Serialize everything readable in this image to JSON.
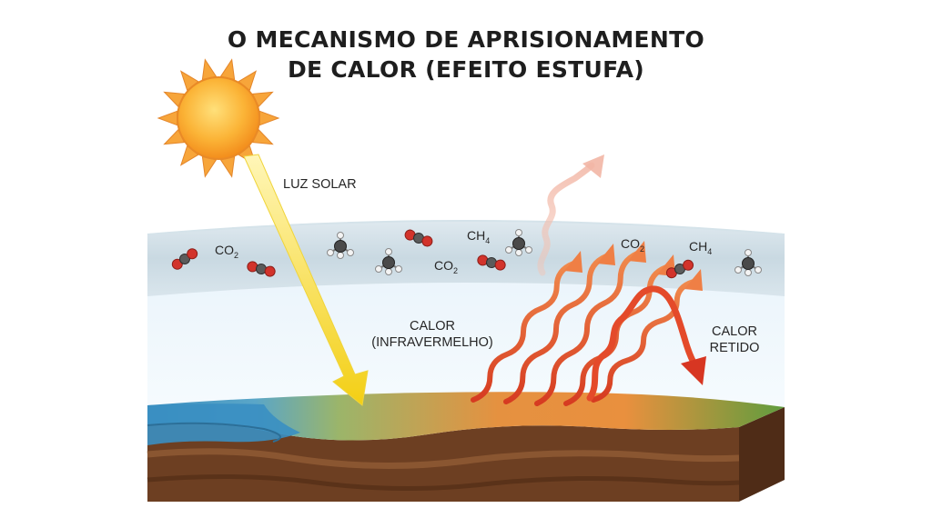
{
  "title": {
    "line1": "O MECANISMO DE APRISIONAMENTO",
    "line2": "DE CALOR (EFEITO ESTUFA)"
  },
  "labels": {
    "sunlight": "LUZ SOLAR",
    "heat_line1": "CALOR",
    "heat_line2": "(INFRAVERMELHO)",
    "retained_line1": "CALOR",
    "retained_line2": "RETIDO"
  },
  "gases": [
    {
      "base": "CO",
      "sub": "2"
    },
    {
      "base": "CH",
      "sub": "4"
    },
    {
      "base": "CO",
      "sub": "2"
    },
    {
      "base": "CO",
      "sub": "2"
    },
    {
      "base": "CH",
      "sub": "4"
    }
  ],
  "colors": {
    "sun": "#f8a52a",
    "sunlight_arrow": "#f5d21c",
    "heat_waves": "#e5522c",
    "atmosphere": "#c9dde6",
    "ocean": "#3a93c4",
    "land": "#6aa043",
    "soil": "#7a4a28"
  },
  "icons": [
    "sun-icon",
    "co2-molecule-icon",
    "ch4-molecule-icon"
  ]
}
